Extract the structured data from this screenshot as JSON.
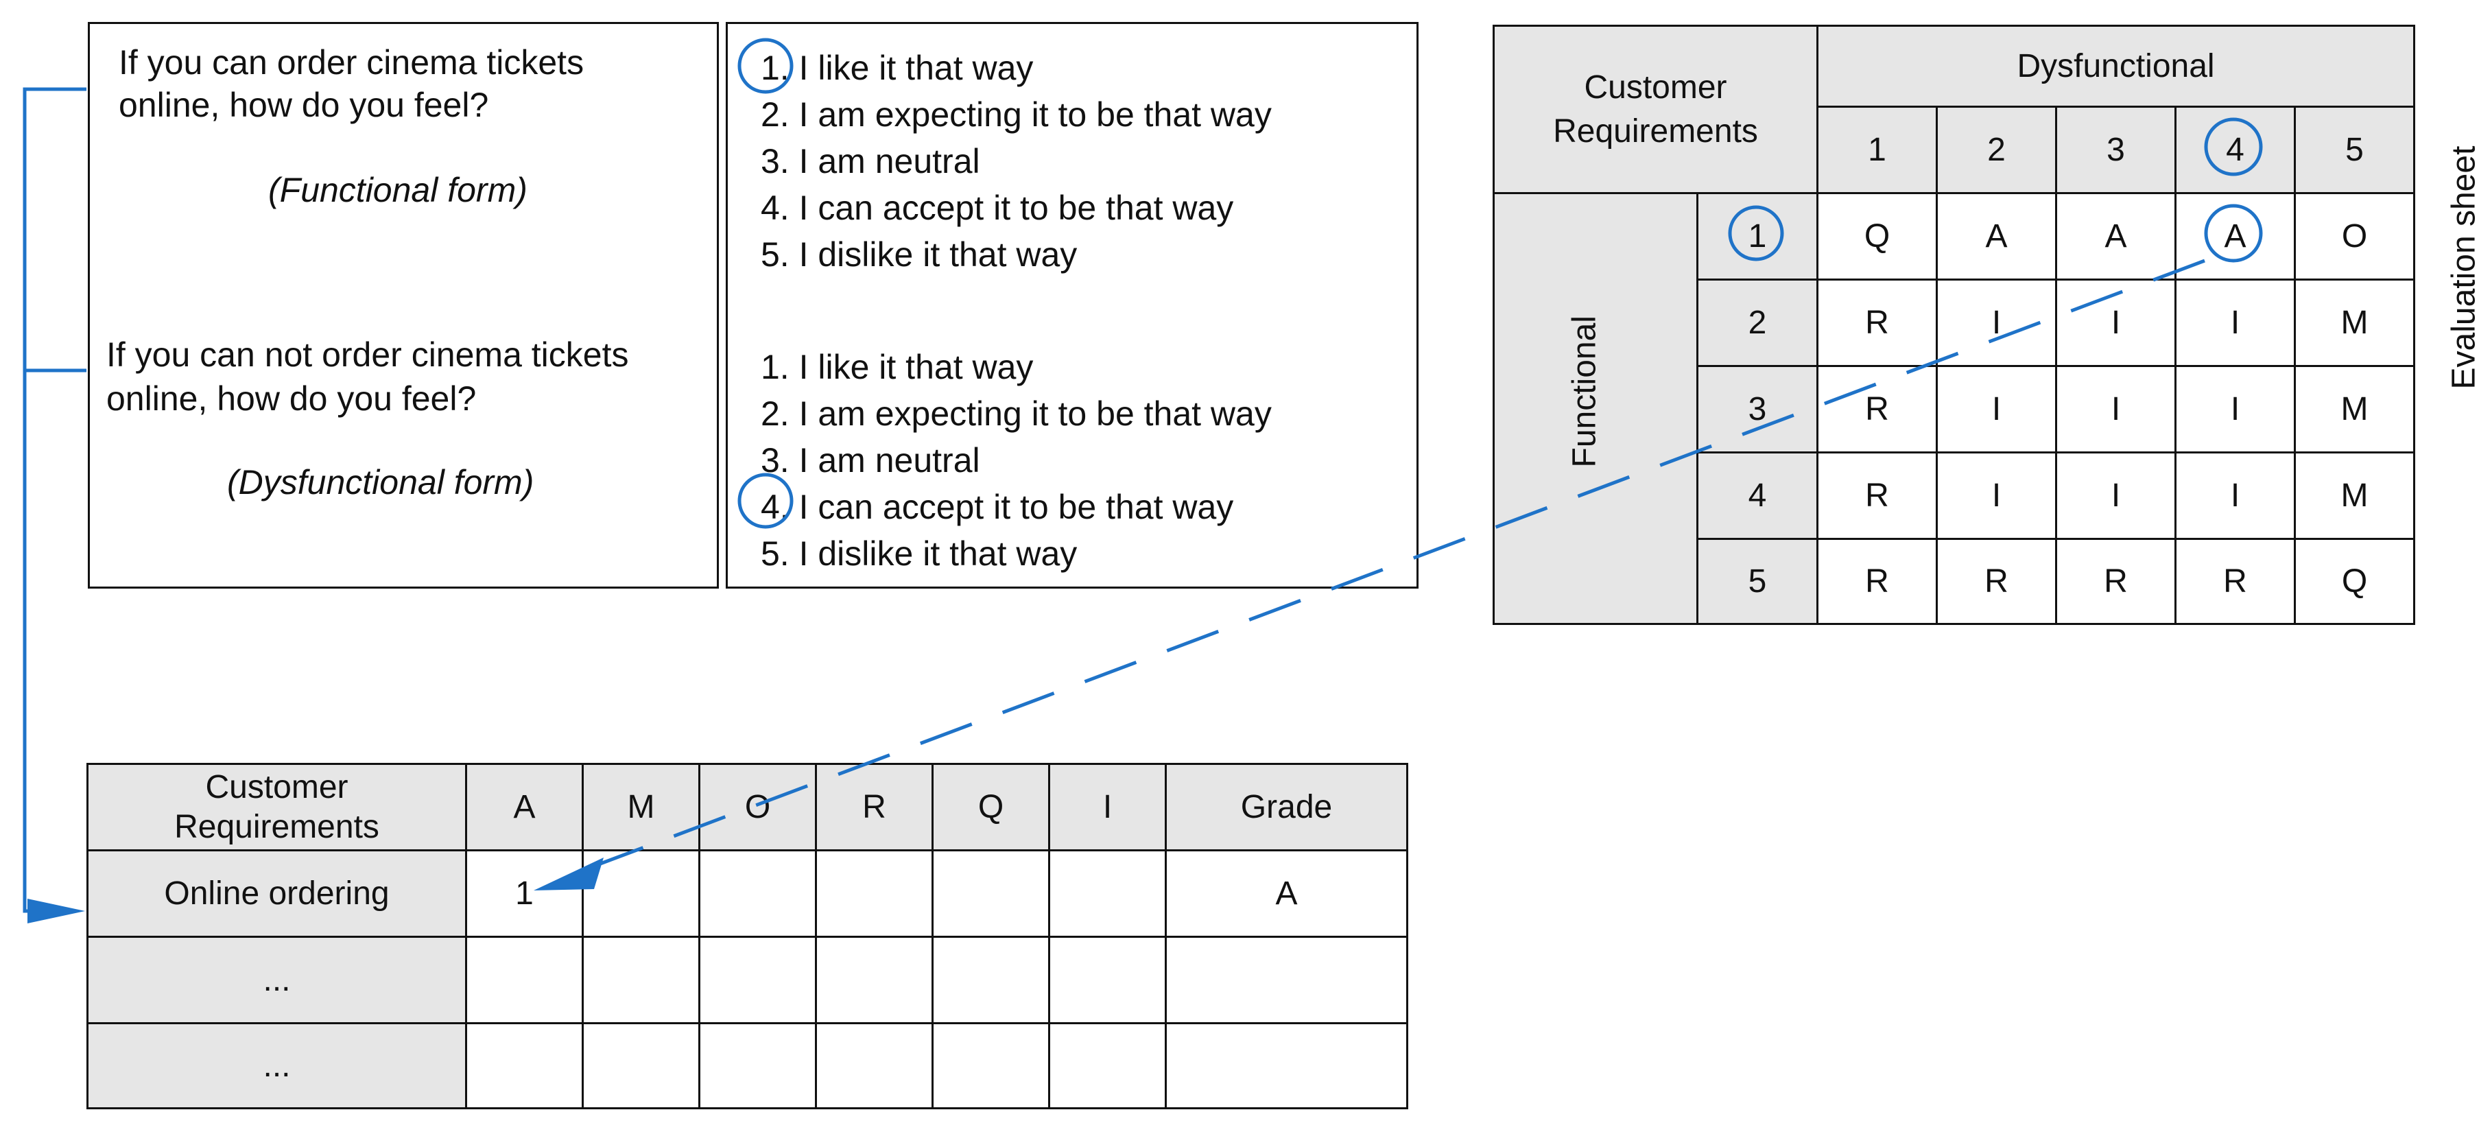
{
  "question_box": {
    "functional_question": [
      "If you can order cinema tickets",
      "online, how do you feel?"
    ],
    "functional_form": "(Functional form)",
    "dysfunctional_question": [
      "If you can not order cinema tickets",
      "online, how do you feel?"
    ],
    "dysfunctional_form": "(Dysfunctional form)"
  },
  "answers_box": {
    "functional_options": [
      "1. I like it that way",
      "2. I am expecting it to be that way",
      "3. I am neutral",
      "4. I can accept it to be that way",
      "5. I dislike it that way"
    ],
    "dysfunctional_options": [
      "1. I like it that way",
      "2. I am expecting it to be that way",
      "3. I am neutral",
      "4. I can accept it to be that way",
      "5. I dislike it that way"
    ],
    "functional_selected": 1,
    "dysfunctional_selected": 4
  },
  "evaluation_sheet": {
    "corner_label": [
      "Customer",
      "Requirements"
    ],
    "dysfunctional_header": "Dysfunctional",
    "functional_header": "Functional",
    "side_label": "Evaluation sheet",
    "columns": [
      "1",
      "2",
      "3",
      "4",
      "5"
    ],
    "rows": [
      {
        "label": "1",
        "cells": [
          "Q",
          "A",
          "A",
          "A",
          "O"
        ]
      },
      {
        "label": "2",
        "cells": [
          "R",
          "I",
          "I",
          "I",
          "M"
        ]
      },
      {
        "label": "3",
        "cells": [
          "R",
          "I",
          "I",
          "I",
          "M"
        ]
      },
      {
        "label": "4",
        "cells": [
          "R",
          "I",
          "I",
          "I",
          "M"
        ]
      },
      {
        "label": "5",
        "cells": [
          "R",
          "R",
          "R",
          "R",
          "Q"
        ]
      }
    ],
    "highlight_row": 1,
    "highlight_col": 4
  },
  "result_table": {
    "header_label": [
      "Customer",
      "Requirements"
    ],
    "columns": [
      "A",
      "M",
      "O",
      "R",
      "Q",
      "I",
      "Grade"
    ],
    "rows": [
      {
        "label": "Online ordering",
        "cells": [
          "1",
          "",
          "",
          "",
          "",
          "",
          "A"
        ]
      },
      {
        "label": "...",
        "cells": [
          "",
          "",
          "",
          "",
          "",
          "",
          ""
        ]
      },
      {
        "label": "...",
        "cells": [
          "",
          "",
          "",
          "",
          "",
          "",
          ""
        ]
      }
    ]
  },
  "colors": {
    "accent": "#1f73c8",
    "header_gray": "#e6e6e6",
    "line": "#111111"
  }
}
